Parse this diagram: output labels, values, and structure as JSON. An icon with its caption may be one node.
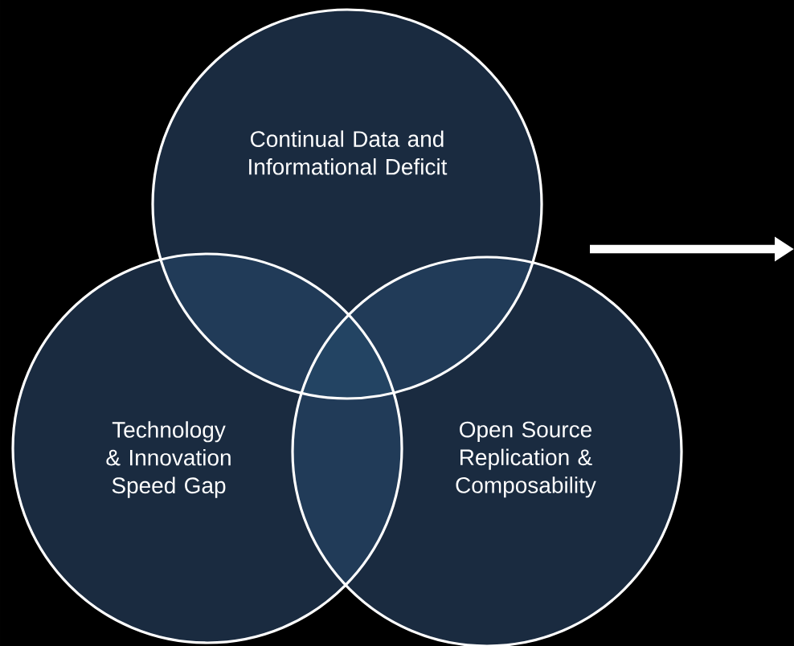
{
  "diagram": {
    "nodes": [
      {
        "text": [
          "Continual Data and Informational Deficit"
        ]
      },
      {
        "text": [
          "Technology & Innovation Speed Gap"
        ]
      },
      {
        "text": [
          "Open Source Replication & Composability"
        ]
      }
    ],
    "edges": []
  }
}
